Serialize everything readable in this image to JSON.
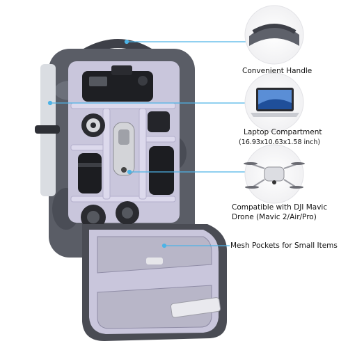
{
  "features": {
    "handle": "Convenient Handle",
    "laptop": "Laptop Compartment",
    "laptop_dims": "(16.93x10.63x1.58 inch)",
    "drone_line1": "Compatible with DJI Mavic",
    "drone_line2": "Drone (Mavic 2/Air/Pro)",
    "mesh": "Mesh Pockets for Small Items"
  },
  "colors": {
    "leader_line": "#4db3e6",
    "bag_shell": "#5a5d66",
    "bag_interior": "#c9c6dc",
    "mesh_lid": "#b8b6c8"
  }
}
